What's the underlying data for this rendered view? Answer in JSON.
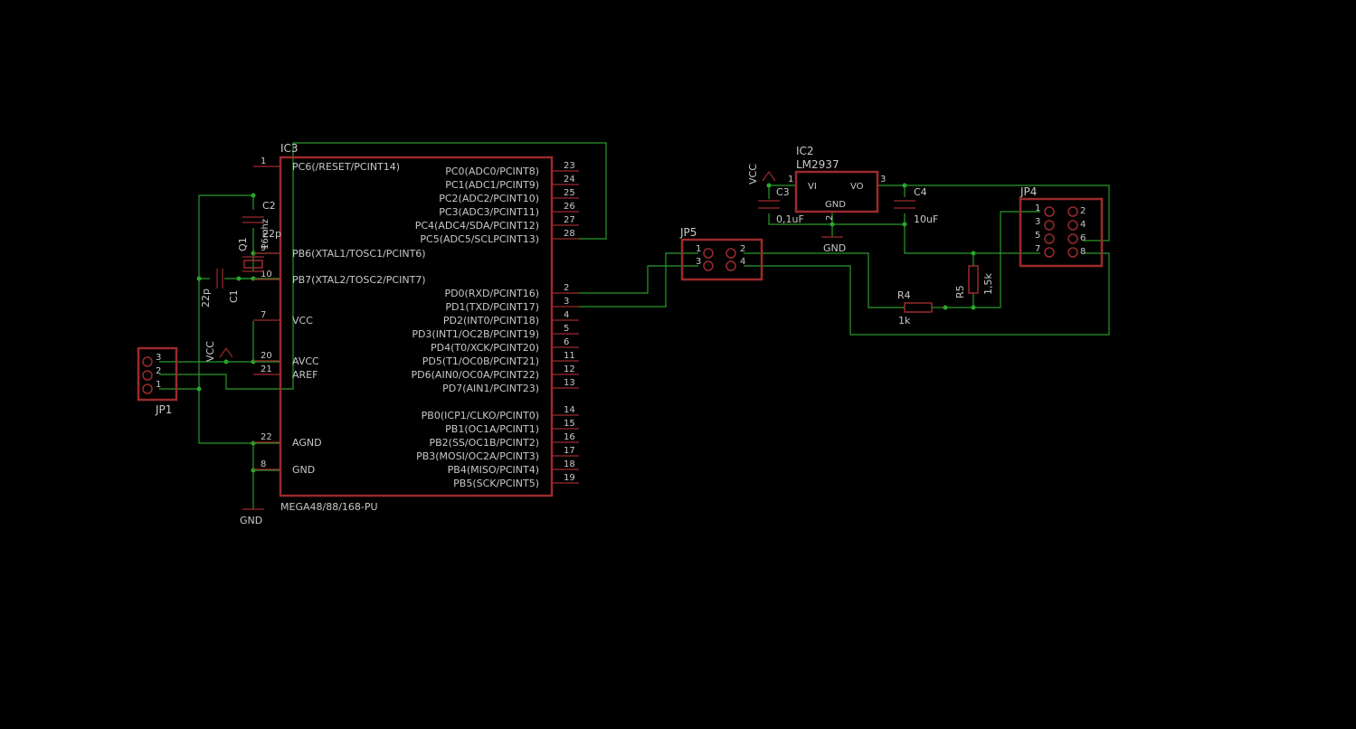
{
  "ic3": {
    "name": "IC3",
    "value": "MEGA48/88/168-PU",
    "left_pins": [
      {
        "num": "1",
        "label": "PC6(/RESET/PCINT14)"
      },
      {
        "num": "9",
        "label": "PB6(XTAL1/TOSC1/PCINT6)"
      },
      {
        "num": "10",
        "label": "PB7(XTAL2/TOSC2/PCINT7)"
      },
      {
        "num": "7",
        "label": "VCC"
      },
      {
        "num": "20",
        "label": "AVCC"
      },
      {
        "num": "21",
        "label": "AREF"
      },
      {
        "num": "22",
        "label": "AGND"
      },
      {
        "num": "8",
        "label": "GND"
      }
    ],
    "right_pins": [
      {
        "num": "23",
        "label": "PC0(ADC0/PCINT8)"
      },
      {
        "num": "24",
        "label": "PC1(ADC1/PCINT9)"
      },
      {
        "num": "25",
        "label": "PC2(ADC2/PCINT10)"
      },
      {
        "num": "26",
        "label": "PC3(ADC3/PCINT11)"
      },
      {
        "num": "27",
        "label": "PC4(ADC4/SDA/PCINT12)"
      },
      {
        "num": "28",
        "label": "PC5(ADC5/SCLPCINT13)"
      },
      {
        "num": "2",
        "label": "PD0(RXD/PCINT16)"
      },
      {
        "num": "3",
        "label": "PD1(TXD/PCINT17)"
      },
      {
        "num": "4",
        "label": "PD2(INT0/PCINT18)"
      },
      {
        "num": "5",
        "label": "PD3(INT1/OC2B/PCINT19)"
      },
      {
        "num": "6",
        "label": "PD4(T0/XCK/PCINT20)"
      },
      {
        "num": "11",
        "label": "PD5(T1/OC0B/PCINT21)"
      },
      {
        "num": "12",
        "label": "PD6(AIN0/OC0A/PCINT22)"
      },
      {
        "num": "13",
        "label": "PD7(AIN1/PCINT23)"
      },
      {
        "num": "14",
        "label": "PB0(ICP1/CLKO/PCINT0)"
      },
      {
        "num": "15",
        "label": "PB1(OC1A/PCINT1)"
      },
      {
        "num": "16",
        "label": "PB2(SS/OC1B/PCINT2)"
      },
      {
        "num": "17",
        "label": "PB3(MOSI/OC2A/PCINT3)"
      },
      {
        "num": "18",
        "label": "PB4(MISO/PCINT4)"
      },
      {
        "num": "19",
        "label": "PB5(SCK/PCINT5)"
      }
    ]
  },
  "ic2": {
    "name": "IC2",
    "value": "LM2937",
    "vi": "VI",
    "vo": "VO",
    "gnd": "GND",
    "pin1": "1",
    "pin2": "2",
    "pin3": "3"
  },
  "c1": {
    "name": "C1",
    "value": "22p"
  },
  "c2": {
    "name": "C2",
    "value": "22p"
  },
  "c3": {
    "name": "C3",
    "value": "0,1uF"
  },
  "c4": {
    "name": "C4",
    "value": "10uF"
  },
  "q1": {
    "name": "Q1",
    "value": "16mhz"
  },
  "r4": {
    "name": "R4",
    "value": "1k"
  },
  "r5": {
    "name": "R5",
    "value": "1,5k"
  },
  "jp1": {
    "name": "JP1",
    "pins": [
      "3",
      "2",
      "1"
    ]
  },
  "jp5": {
    "name": "JP5",
    "pins": [
      "1",
      "2",
      "3",
      "4"
    ]
  },
  "jp4": {
    "name": "JP4",
    "pins_left": [
      "1",
      "3",
      "5",
      "7"
    ],
    "pins_right": [
      "2",
      "4",
      "6",
      "8"
    ]
  },
  "supplies": {
    "vcc_left": "VCC",
    "vcc_right": "VCC",
    "gnd_left": "GND",
    "gnd_right": "GND"
  }
}
